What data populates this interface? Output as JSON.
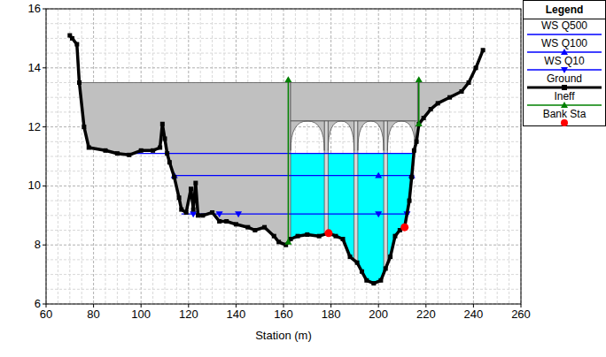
{
  "diagram": {
    "labels": [
      "16",
      "14",
      "12",
      "10",
      "8",
      "6",
      "60",
      "80",
      "100",
      "120",
      "140",
      "160",
      "180",
      "200",
      "220",
      "240",
      "260",
      "Station (m)",
      "Legend"
    ],
    "legend": [
      {
        "text": "WS Q500"
      },
      {
        "text": "WS Q100"
      },
      {
        "text": "WS Q10"
      },
      {
        "text": "Ground"
      },
      {
        "text": "Ineff"
      },
      {
        "text": "Bank Sta"
      }
    ]
  }
}
